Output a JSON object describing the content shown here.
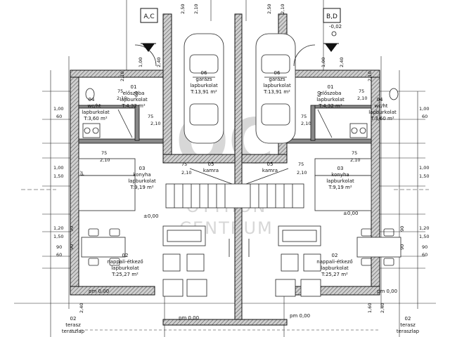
{
  "section_left": "A,C",
  "section_right": "B,D",
  "elevation": "-0,02",
  "rooms": {
    "garage_left": {
      "num": "06",
      "name": "garázs",
      "floor": "lapburkolat",
      "area": "T:13,91 m²"
    },
    "garage_right": {
      "num": "06",
      "name": "garázs",
      "floor": "lapburkolat",
      "area": "T:13,91 m²"
    },
    "hall_left": {
      "num": "01",
      "name": "előszoba",
      "floor": "lapburkolat",
      "area": "T:4,32 m²"
    },
    "hall_right": {
      "num": "01",
      "name": "előszoba",
      "floor": "lapburkolat",
      "area": "T:4,32 m²"
    },
    "wc_left": {
      "num": "04",
      "name": "wc/ht",
      "floor": "lapburkolat",
      "area": "T:3,60 m²"
    },
    "wc_right": {
      "num": "04",
      "name": "wc/ht",
      "floor": "lapburkolat",
      "area": "T:3,60 m²"
    },
    "kitchen_left": {
      "num": "03",
      "name": "konyha",
      "floor": "lapburkolat",
      "area": "T:9,19 m²"
    },
    "kitchen_right": {
      "num": "03",
      "name": "konyha",
      "floor": "lapburkolat",
      "area": "T:9,19 m²"
    },
    "pantry_left": {
      "num": "05",
      "name": "kamra"
    },
    "pantry_right": {
      "num": "05",
      "name": "kamra"
    },
    "living_left": {
      "num": "02",
      "name": "nappali-étkező",
      "floor": "lapburkolat",
      "area": "T:25,27 m²"
    },
    "living_right": {
      "num": "02",
      "name": "nappali-étkező",
      "floor": "lapburkolat",
      "area": "T:25,27 m²"
    },
    "terrace_left": {
      "num": "02",
      "name": "terasz",
      "floor": "teraszlap"
    },
    "terrace_right": {
      "num": "02",
      "name": "terasz",
      "floor": "teraszlap"
    }
  },
  "levels": {
    "pm_living_left": "pm 0,00",
    "pm_living_right": "pm 0,00",
    "pm_bottom_left": "pm 0,00",
    "pm_bottom_right": "pm 0,00",
    "pm_center_left": "±0,00",
    "pm_center_right": "±0,00"
  },
  "dims": {
    "top_2_50_l": "2,50",
    "top_2_10_l": "2,10",
    "top_2_50_r": "2,50",
    "top_2_10_r": "2,10",
    "d1_00_l": "1,00",
    "d2_40_l": "2,40",
    "d1_00_r": "1,00",
    "d2_40_r": "2,40",
    "w75_a": "75",
    "w2_10_a": "2,10",
    "w75_b": "75",
    "w2_10_b": "2,10",
    "w75_c": "75",
    "w2_10_c": "2,10",
    "w75_d": "75",
    "w2_10_d": "2,10",
    "w75_e": "75",
    "w2_10_e": "2,10",
    "w75_f": "75",
    "w2_10_f": "2,10",
    "w75_g": "75",
    "w2_10_g": "2,10",
    "w75_h": "75",
    "w2_10_h": "2,10",
    "s60_l": "60",
    "s210_l": "2,10",
    "s60_r": "60",
    "s210_r": "2,10",
    "lw1_00a": "1,00",
    "lw60a": "60",
    "lw1_00b": "1,00",
    "lw1_50b": "1,50",
    "lw1_20c": "1,20",
    "lw1_50c": "1,50",
    "lw90c": "90",
    "lw60d": "60",
    "rw1_00a": "1,00",
    "rw60a": "60",
    "rw1_00b": "1,00",
    "rw1_50b": "1,50",
    "rw1_20c": "1,20",
    "rw1_50c": "1,50",
    "rw90c": "90",
    "rw60d": "60",
    "i90_l1": "90",
    "i90_l2": "90",
    "i90_r1": "90",
    "i90_r2": "90",
    "pr": "pr",
    "b2_40_l": "2,40",
    "b1_60_r": "1,60",
    "b2_40_r": "2,40"
  },
  "watermark": {
    "big": "OC",
    "line1": "OTTHON",
    "line2": "CENTRUM"
  }
}
